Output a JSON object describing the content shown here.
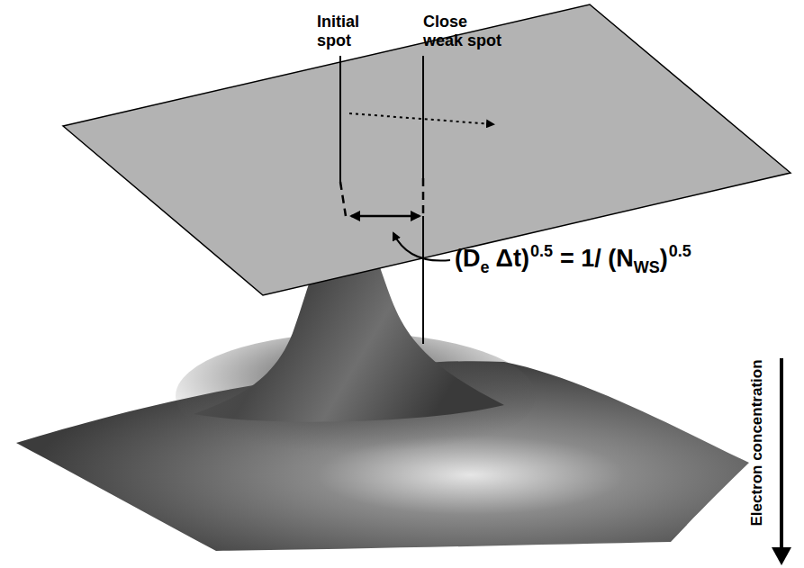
{
  "diagram": {
    "labels": [
      "Initial spot",
      "Close weak spot",
      "(D",
      "e",
      "Δt)",
      "0.5",
      "= 1/ (N",
      "WS",
      ")",
      "0.5",
      "Electron concentration"
    ]
  }
}
